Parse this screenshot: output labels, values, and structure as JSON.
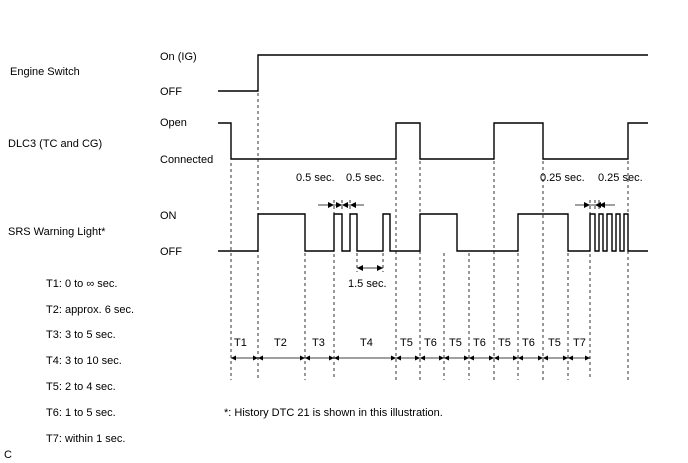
{
  "signals": {
    "engine_switch": {
      "label": "Engine Switch",
      "high": "On (IG)",
      "low": "OFF"
    },
    "dlc3": {
      "label": "DLC3 (TC and CG)",
      "high": "Open",
      "low": "Connected"
    },
    "srs_light": {
      "label": "SRS Warning Light*",
      "high": "ON",
      "low": "OFF"
    }
  },
  "timing_labels": {
    "first_pulses": "0.5 sec.",
    "second_pulses": "0.5 sec.",
    "gap": "1.5 sec.",
    "fast_pulses_1": "0.25 sec.",
    "fast_pulses_2": "0.25 sec."
  },
  "intervals": [
    "T1",
    "T2",
    "T3",
    "T4",
    "T5",
    "T6",
    "T5",
    "T6",
    "T5",
    "T6",
    "T5",
    "T7"
  ],
  "legend": [
    "T1: 0 to ∞ sec.",
    "T2: approx. 6 sec.",
    "T3: 3 to 5 sec.",
    "T4: 3 to 10 sec.",
    "T5: 2 to 4 sec.",
    "T6: 1 to 5 sec.",
    "T7: within 1 sec."
  ],
  "footnote": "*: History DTC 21 is shown in this illustration.",
  "corner_mark": "C"
}
